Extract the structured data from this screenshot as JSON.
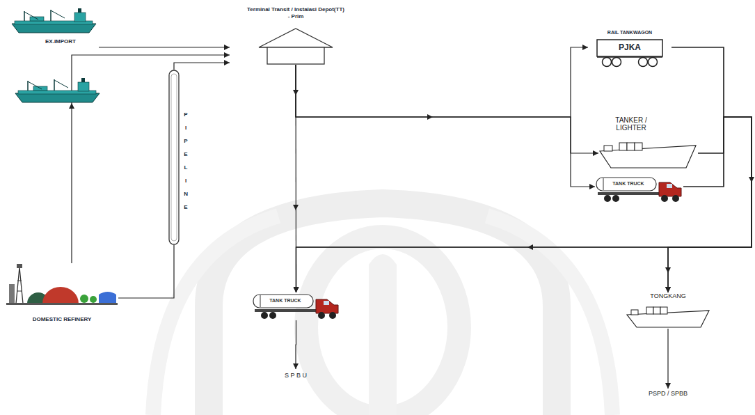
{
  "diagram": {
    "nodes": [
      {
        "text": [
          "EX.IMPORT"
        ]
      },
      {
        "text": [
          "DOMESTIC REFINERY"
        ]
      },
      {
        "text": [
          "PIPELINE"
        ]
      },
      {
        "text": [
          "Terminal Transit / Instalasi Depot(TT) - Prim"
        ]
      },
      {
        "text": [
          "RAIL TANKWAGON",
          "PJKA"
        ]
      },
      {
        "text": [
          "TANKER / LIGHTER"
        ]
      },
      {
        "text": [
          "TANK TRUCK"
        ]
      },
      {
        "text": [
          "TANK TRUCK"
        ]
      },
      {
        "text": [
          "S P B U"
        ]
      },
      {
        "text": [
          "TONGKANG"
        ]
      },
      {
        "text": [
          "PSPD / SPBB"
        ]
      }
    ],
    "edges": [
      {
        "from": 0,
        "to": 3,
        "arrow": "to"
      },
      {
        "from": 1,
        "to": 3,
        "arrow": "to"
      },
      {
        "from": 1,
        "to": 2,
        "arrow": "none"
      },
      {
        "from": 2,
        "to": 3,
        "arrow": "to"
      },
      {
        "from": 3,
        "to": 4,
        "arrow": "to"
      },
      {
        "from": 3,
        "to": 5,
        "arrow": "to"
      },
      {
        "from": 3,
        "to": 6,
        "arrow": "to"
      },
      {
        "from": 3,
        "to": 7,
        "arrow": "to"
      },
      {
        "from": 4,
        "to": 9,
        "arrow": "to"
      },
      {
        "from": 5,
        "to": 9,
        "arrow": "to"
      },
      {
        "from": 6,
        "to": 9,
        "arrow": "to"
      },
      {
        "from": 4,
        "to": 7,
        "arrow": "to"
      },
      {
        "from": 5,
        "to": 7,
        "arrow": "to"
      },
      {
        "from": 6,
        "to": 7,
        "arrow": "to"
      },
      {
        "from": 7,
        "to": 8,
        "arrow": "to"
      },
      {
        "from": 9,
        "to": 10,
        "arrow": "to"
      }
    ]
  }
}
